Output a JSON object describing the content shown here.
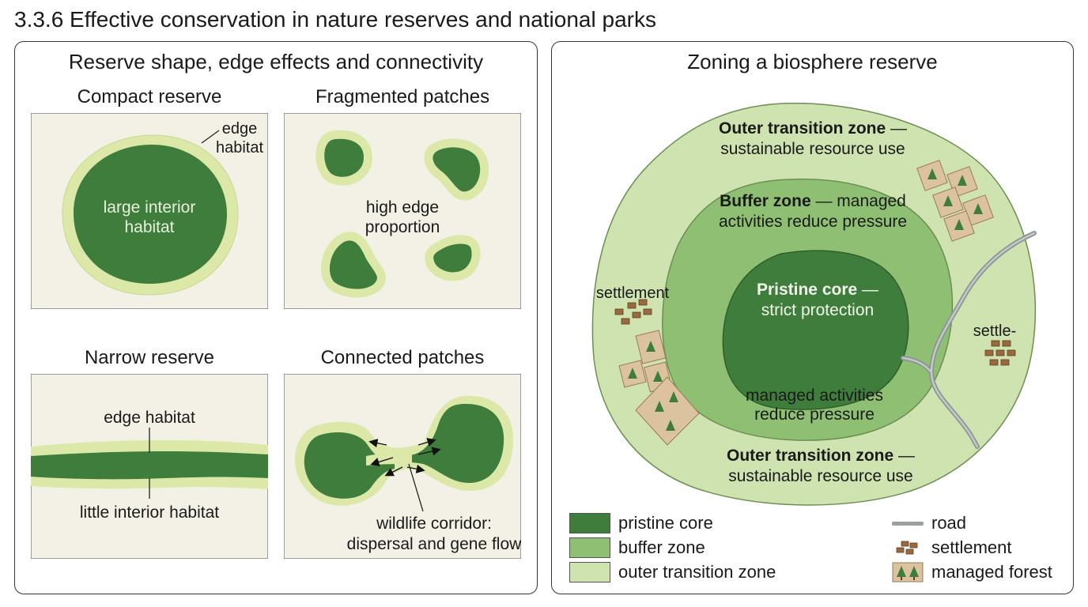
{
  "title": "3.3.6 Effective conservation in nature reserves and national parks",
  "left_panel": {
    "title": "Reserve shape, edge effects and connectivity",
    "compact": {
      "title": "Compact reserve",
      "edge_label_1": "edge",
      "edge_label_2": "habitat",
      "interior_label_1": "large interior",
      "interior_label_2": "habitat"
    },
    "fragmented": {
      "title": "Fragmented patches",
      "label_1": "high edge",
      "label_2": "proportion"
    },
    "narrow": {
      "title": "Narrow reserve",
      "edge_label": "edge habitat",
      "interior_label": "little interior habitat"
    },
    "connected": {
      "title": "Connected patches",
      "corridor_label_1": "wildlife corridor:",
      "corridor_label_2": "dispersal and gene flow"
    }
  },
  "right_panel": {
    "title": "Zoning a biosphere reserve",
    "outer_top": {
      "bold": "Outer transition zone",
      "rest": " —",
      "line2": "sustainable resource use"
    },
    "buffer_top": {
      "bold": "Buffer zone",
      "rest": " — managed",
      "line2": "activities reduce pressure"
    },
    "core": {
      "bold": "Pristine core",
      "rest": " —",
      "line2": "strict protection"
    },
    "buffer_bottom": {
      "line1": "managed activities",
      "line2": "reduce pressure"
    },
    "outer_bottom": {
      "bold": "Outer transition zone",
      "rest": " —",
      "line2": "sustainable resource use"
    },
    "settlement_left": "settlement",
    "settlement_right": "settle-",
    "legend": {
      "pristine_core": "pristine core",
      "buffer_zone": "buffer zone",
      "outer_transition_zone": "outer transition zone",
      "road": "road",
      "settlement": "settlement",
      "managed_forest": "managed forest"
    }
  },
  "colors": {
    "core": "#3f7d3c",
    "buffer": "#8fbf72",
    "outer": "#cfe3b0",
    "edge": "#dbe8a8",
    "frame_bg": "#f3f1e6",
    "road": "#9aa0a0",
    "settlement": "#9a6a3e",
    "forest_plot": "#dcc3a0"
  }
}
